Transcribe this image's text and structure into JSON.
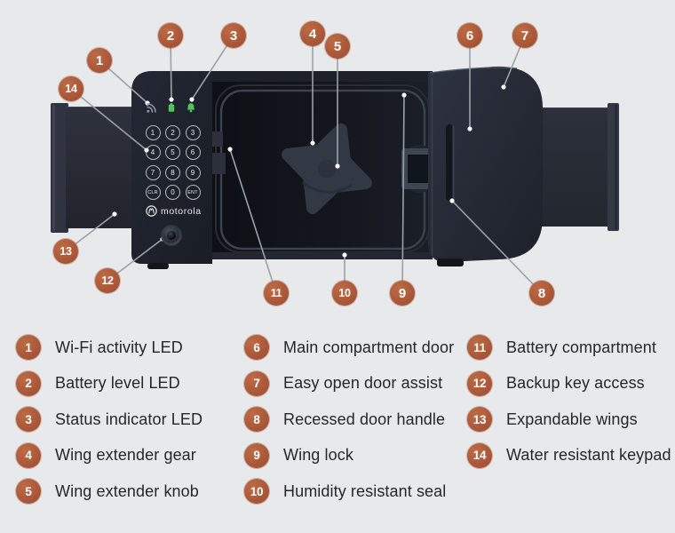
{
  "brand": {
    "logo_text": "motorola"
  },
  "colors": {
    "background": "#e8e9eb",
    "callout": "#b0603f",
    "device_body": "#1d212a",
    "led_wifi": "#8a93a3",
    "led_battery": "#4ec85a",
    "led_status": "#4ec85a"
  },
  "keypad": {
    "keys": [
      "1",
      "2",
      "3",
      "4",
      "5",
      "6",
      "7",
      "8",
      "9",
      "CLR",
      "0",
      "ENT"
    ]
  },
  "legend": {
    "items": [
      {
        "num": "1",
        "label": "Wi-Fi activity LED"
      },
      {
        "num": "2",
        "label": "Battery level LED"
      },
      {
        "num": "3",
        "label": "Status indicator LED"
      },
      {
        "num": "4",
        "label": "Wing extender gear"
      },
      {
        "num": "5",
        "label": "Wing extender knob"
      },
      {
        "num": "6",
        "label": "Main compartment door"
      },
      {
        "num": "7",
        "label": "Easy open door assist"
      },
      {
        "num": "8",
        "label": "Recessed door handle"
      },
      {
        "num": "9",
        "label": "Wing lock"
      },
      {
        "num": "10",
        "label": "Humidity resistant seal"
      },
      {
        "num": "11",
        "label": "Battery compartment"
      },
      {
        "num": "12",
        "label": "Backup key access"
      },
      {
        "num": "13",
        "label": "Expandable wings"
      },
      {
        "num": "14",
        "label": "Water resistant keypad"
      }
    ]
  }
}
